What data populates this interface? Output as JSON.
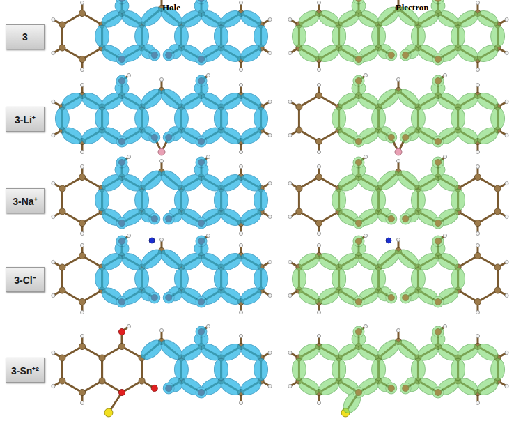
{
  "diagram": {
    "nodes": [
      {
        "text": [
          "3"
        ]
      },
      {
        "text": [
          "3-Li⁺"
        ]
      },
      {
        "text": [
          "3-Na⁺"
        ]
      },
      {
        "text": [
          "3-Cl⁻"
        ]
      },
      {
        "text": [
          "3-Sn⁺²"
        ]
      }
    ],
    "labels": [
      "Hole",
      "Electron"
    ]
  }
}
